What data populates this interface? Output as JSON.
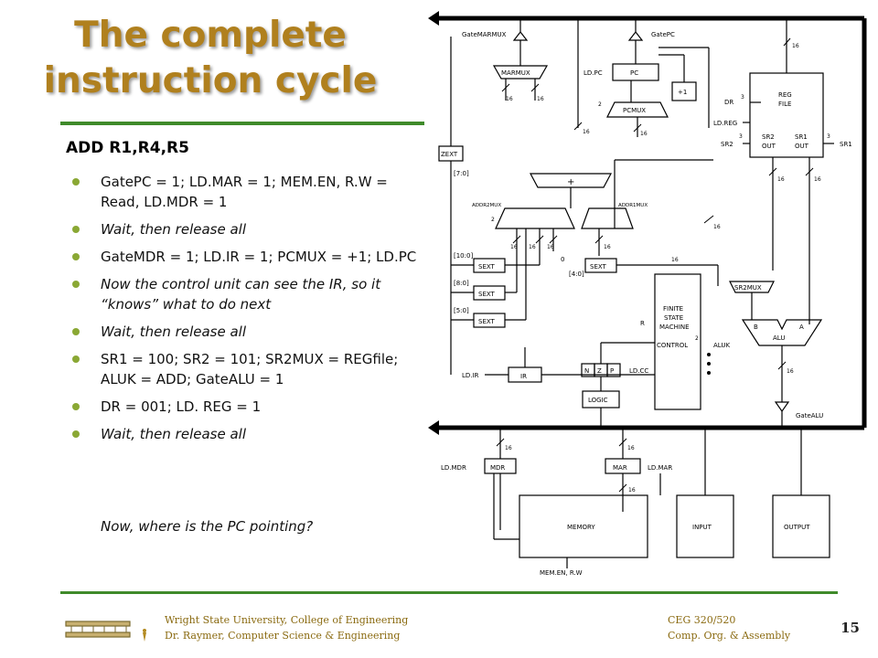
{
  "slide": {
    "title_line1": "The complete",
    "title_line2": "instruction cycle",
    "subtitle": "ADD R1,R4,R5",
    "bullets": [
      {
        "text": "GatePC = 1; LD.MAR = 1; MEM.EN, R.W = Read, LD.MDR = 1",
        "italic": false
      },
      {
        "text": "Wait, then release all",
        "italic": true
      },
      {
        "text": "GateMDR = 1; LD.IR = 1; PCMUX = +1; LD.PC",
        "italic": false
      },
      {
        "text": "Now the control unit can see the IR, so it “knows” what to do next",
        "italic": true
      },
      {
        "text": "Wait, then release all",
        "italic": true
      },
      {
        "text": "SR1 = 100; SR2 = 101; SR2MUX = REGfile; ALUK = ADD; GateALU = 1",
        "italic": false
      },
      {
        "text": "DR = 001; LD. REG = 1",
        "italic": false
      },
      {
        "text": "Wait, then release all",
        "italic": true
      }
    ],
    "closing": "Now, where is the PC pointing?"
  },
  "diagram": {
    "labels": {
      "gatemarmux": "GateMARMUX",
      "gatepc": "GatePC",
      "marmux": "MARMUX",
      "pc": "PC",
      "ld_pc": "LD.PC",
      "plus1": "+1",
      "pcmux": "PCMUX",
      "reg_file_1": "REG",
      "reg_file_2": "FILE",
      "dr": "DR",
      "ld_reg": "LD.REG",
      "sr2": "SR2",
      "sr1": "SR1",
      "sr2_out_1": "SR2",
      "sr2_out_2": "OUT",
      "sr1_out_1": "SR1",
      "sr1_out_2": "OUT",
      "zext": "ZEXT",
      "bits_7_0": "[7:0]",
      "addr2mux": "ADDR2MUX",
      "addr1mux": "ADDR1MUX",
      "plus": "+",
      "bits_10_0": "[10:0]",
      "bits_8_0": "[8:0]",
      "bits_5_0": "[5:0]",
      "bits_4_0": "[4:0]",
      "sext": "SEXT",
      "zero": "0",
      "fsm_1": "FINITE",
      "fsm_2": "STATE",
      "fsm_3": "MACHINE",
      "control": "CONTROL",
      "r": "R",
      "sr2mux": "SR2MUX",
      "alu": "ALU",
      "aluk": "ALUK",
      "alu_b": "B",
      "alu_a": "A",
      "ld_ir": "LD.IR",
      "ir": "IR",
      "n": "N",
      "z": "Z",
      "p": "P",
      "ld_cc": "LD.CC",
      "logic": "LOGIC",
      "gatealu": "GateALU",
      "ld_mdr": "LD.MDR",
      "mdr": "MDR",
      "mar": "MAR",
      "ld_mar": "LD.MAR",
      "memory": "MEMORY",
      "input": "INPUT",
      "output": "OUTPUT",
      "mem_en": "MEM.EN, R.W",
      "w16": "16",
      "w2": "2",
      "w3": "3"
    }
  },
  "footer": {
    "left_line1": "Wright State University,  College of Engineering",
    "left_line2": "Dr. Raymer,  Computer Science & Engineering",
    "right_line1": "CEG 320/520",
    "right_line2": "Comp. Org. & Assembly",
    "page": "15"
  },
  "colors": {
    "title": "#b0801e",
    "rule": "#3f8a2a",
    "bullet": "#8aa834",
    "footer_text": "#8a6a10"
  }
}
